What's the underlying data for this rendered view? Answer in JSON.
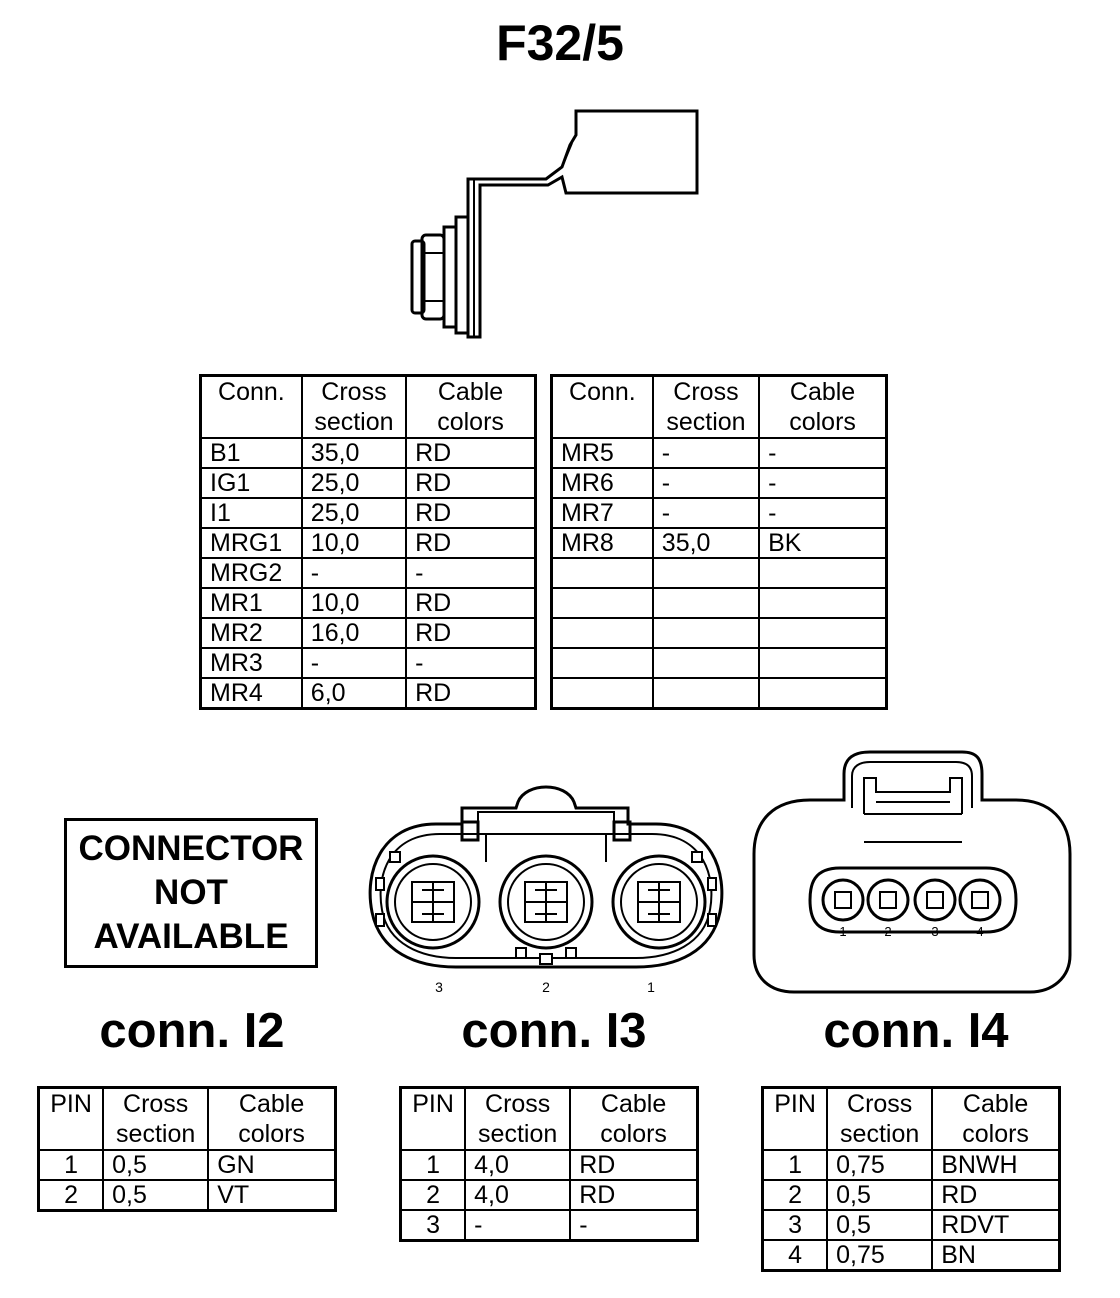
{
  "title": "F32/5",
  "main_table_headers": {
    "conn": "Conn.",
    "cross": "Cross section",
    "colors": "Cable colors"
  },
  "main_table_left": [
    [
      "B1",
      "35,0",
      "RD"
    ],
    [
      "IG1",
      "25,0",
      "RD"
    ],
    [
      "I1",
      "25,0",
      "RD"
    ],
    [
      "MRG1",
      "10,0",
      "RD"
    ],
    [
      "MRG2",
      "-",
      "-"
    ],
    [
      "MR1",
      "10,0",
      "RD"
    ],
    [
      "MR2",
      "16,0",
      "RD"
    ],
    [
      "MR3",
      "-",
      "-"
    ],
    [
      "MR4",
      "6,0",
      "RD"
    ]
  ],
  "main_table_right": [
    [
      "MR5",
      "-",
      "-"
    ],
    [
      "MR6",
      "-",
      "-"
    ],
    [
      "MR7",
      "-",
      "-"
    ],
    [
      "MR8",
      "35,0",
      "BK"
    ],
    [
      "",
      "",
      ""
    ],
    [
      "",
      "",
      ""
    ],
    [
      "",
      "",
      ""
    ],
    [
      "",
      "",
      ""
    ],
    [
      "",
      "",
      ""
    ]
  ],
  "pin_table_headers": {
    "pin": "PIN",
    "cross": "Cross section",
    "colors": "Cable colors"
  },
  "not_available": {
    "line1": "CONNECTOR",
    "line2": "NOT",
    "line3": "AVAILABLE"
  },
  "conn_i2": {
    "label": "conn. I2",
    "rows": [
      [
        "1",
        "0,5",
        "GN"
      ],
      [
        "2",
        "0,5",
        "VT"
      ]
    ]
  },
  "conn_i3": {
    "label": "conn. I3",
    "pin_numbers": [
      "3",
      "2",
      "1"
    ],
    "rows": [
      [
        "1",
        "4,0",
        "RD"
      ],
      [
        "2",
        "4,0",
        "RD"
      ],
      [
        "3",
        "-",
        "-"
      ]
    ]
  },
  "conn_i4": {
    "label": "conn. I4",
    "pin_numbers": [
      "1",
      "2",
      "3",
      "4"
    ],
    "rows": [
      [
        "1",
        "0,75",
        "BNWH"
      ],
      [
        "2",
        "0,5",
        "RD"
      ],
      [
        "3",
        "0,5",
        "RDVT"
      ],
      [
        "4",
        "0,75",
        "BN"
      ]
    ]
  }
}
